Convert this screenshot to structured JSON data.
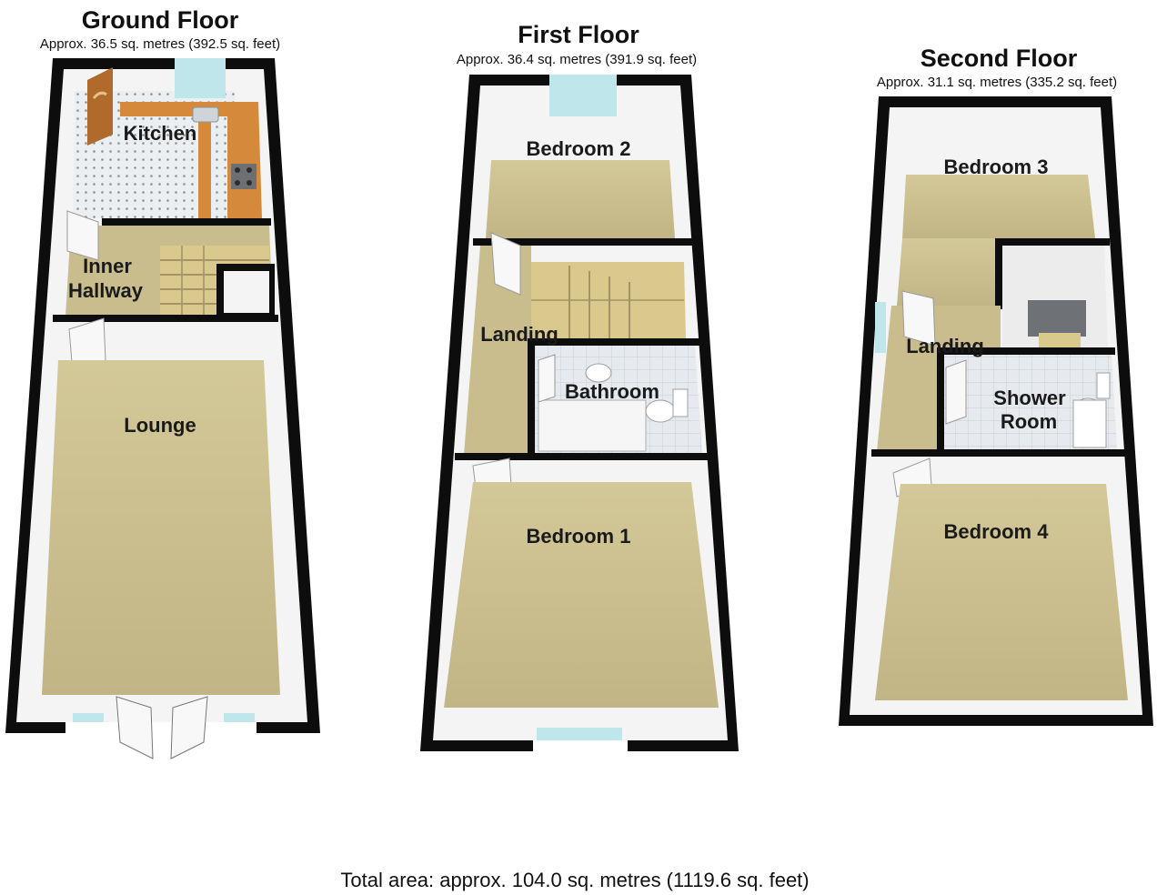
{
  "floors": [
    {
      "title": "Ground Floor",
      "area": "Approx. 36.5 sq. metres (392.5 sq. feet)",
      "rooms": {
        "kitchen": "Kitchen",
        "inner_hallway_1": "Inner",
        "inner_hallway_2": "Hallway",
        "lounge": "Lounge"
      }
    },
    {
      "title": "First Floor",
      "area": "Approx. 36.4 sq. metres (391.9 sq. feet)",
      "rooms": {
        "bedroom_2": "Bedroom 2",
        "landing": "Landing",
        "bathroom": "Bathroom",
        "bedroom_1": "Bedroom 1"
      }
    },
    {
      "title": "Second Floor",
      "area": "Approx. 31.1 sq. metres (335.2 sq. feet)",
      "rooms": {
        "bedroom_3": "Bedroom 3",
        "landing": "Landing",
        "shower_room_1": "Shower",
        "shower_room_2": "Room",
        "bedroom_4": "Bedroom 4"
      }
    }
  ],
  "total_area": "Total area: approx. 104.0 sq. metres (1119.6 sq. feet)",
  "colors": {
    "wall": "#0d0d0d",
    "carpet": "#c9bd8e",
    "inner_wall": "#f2f2f2",
    "kitchen_floor": "#e9ecee",
    "worktop": "#d48a3a",
    "tile": "#e4e8ec",
    "window": "#bfe6ea",
    "door": "#b06a2c"
  }
}
